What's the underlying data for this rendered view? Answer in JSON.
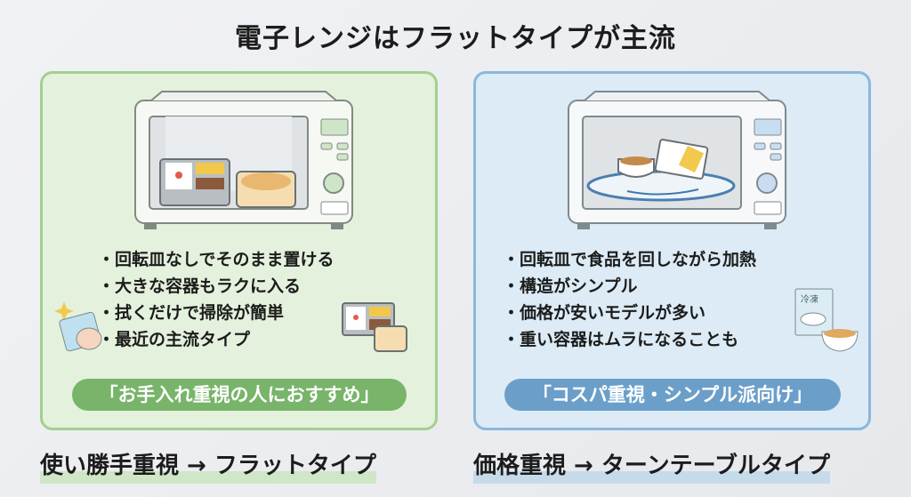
{
  "title": "電子レンジはフラットタイプが主流",
  "left": {
    "bullets": [
      "回転皿なしでそのまま置ける",
      "大きな容器もラクに入る",
      "拭くだけで掃除が簡単",
      "最近の主流タイプ"
    ],
    "recommend": "「お手入れ重視の人におすすめ」",
    "conclusion": "使い勝手重視 → フラットタイプ"
  },
  "right": {
    "bullets": [
      "回転皿で食品を回しながら加熱",
      "構造がシンプル",
      "価格が安いモデルが多い",
      "重い容器はムラになることも"
    ],
    "recommend": "「コスパ重視・シンプル派向け」",
    "conclusion": "価格重視 → ターンテーブルタイプ",
    "frozen_label": "冷凍"
  },
  "colors": {
    "green": "#78b46a",
    "blue": "#6b9fc9"
  }
}
